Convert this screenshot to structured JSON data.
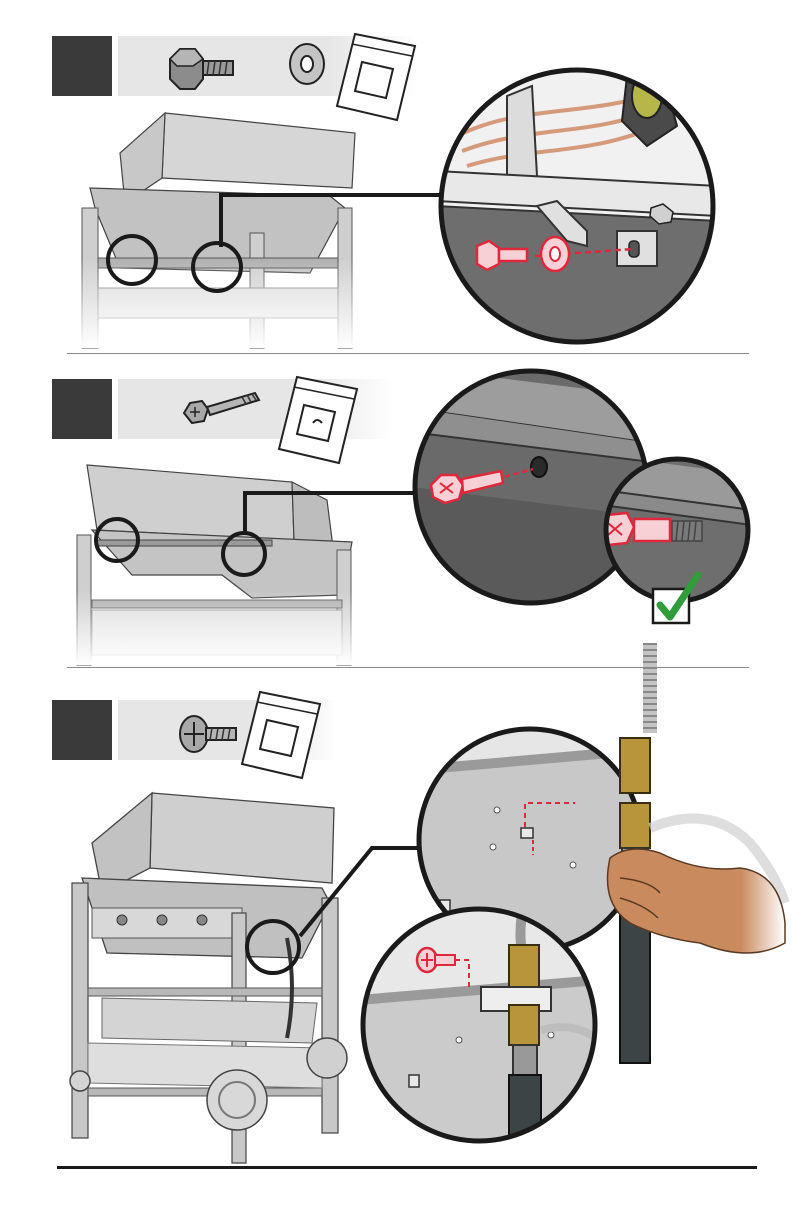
{
  "page": {
    "background": "#ffffff"
  },
  "colors": {
    "step_box": "#3a3a3a",
    "parts_bar": "#e6e6e6",
    "highlight_red": "#e0283c",
    "grill_gray": "#b8b8b8",
    "brass": "#b8953a",
    "hose": "#3c4446",
    "check_green": "#2e9d3a",
    "skin": "#c98a5e"
  },
  "steps": [
    {
      "parts": [
        "hex-bolt-icon",
        "washer-icon",
        "hardware-bag-icon"
      ],
      "callout": "bolt-and-washer-into-bracket"
    },
    {
      "parts": [
        "long-bolt-icon",
        "hardware-bag-icon"
      ],
      "callout": "bolt-into-crossbar",
      "confirmation": "green-checkmark-icon"
    },
    {
      "parts": [
        "truss-screw-icon",
        "hardware-bag-icon"
      ],
      "callout": "gas-regulator-bracket-screw"
    }
  ]
}
